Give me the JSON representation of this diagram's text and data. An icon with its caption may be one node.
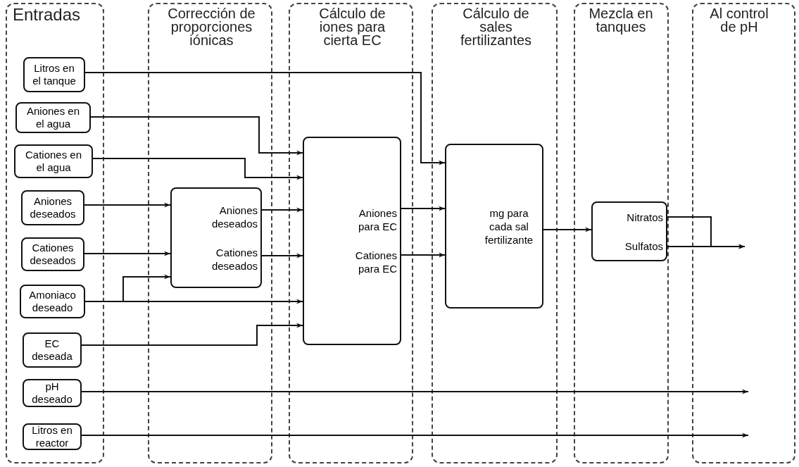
{
  "diagram": {
    "nodes": [
      {
        "text": [
          "Entradas"
        ]
      },
      {
        "text": [
          "Litros en el tanque"
        ],
        "in": 0
      },
      {
        "text": [
          "Aniones en el agua"
        ],
        "in": 0
      },
      {
        "text": [
          "Cationes en el agua"
        ],
        "in": 0
      },
      {
        "text": [
          "Aniones deseados"
        ],
        "in": 0
      },
      {
        "text": [
          "Cationes deseados"
        ],
        "in": 0
      },
      {
        "text": [
          "Amoniaco deseado"
        ],
        "in": 0
      },
      {
        "text": [
          "EC deseada"
        ],
        "in": 0
      },
      {
        "text": [
          "pH deseado"
        ],
        "in": 0
      },
      {
        "text": [
          "Litros en reactor"
        ],
        "in": 0
      },
      {
        "text": [
          "Corrección de proporciones iónicas"
        ]
      },
      {
        "text": [
          "Aniones deseados",
          "Cationes deseados"
        ],
        "in": 10
      },
      {
        "text": [
          "Cálculo de iones para cierta EC"
        ]
      },
      {
        "text": [
          "Aniones para EC",
          "Cationes para EC"
        ],
        "in": 12
      },
      {
        "text": [
          "Cálculo de sales fertilizantes"
        ]
      },
      {
        "text": [
          "mg para cada sal fertilizante"
        ],
        "in": 14
      },
      {
        "text": [
          "Mezcla en tanques"
        ]
      },
      {
        "text": [
          "Nitratos",
          "Sulfatos"
        ],
        "in": 16
      },
      {
        "text": [
          "Al control de pH"
        ]
      }
    ],
    "edges": [
      {
        "from": 1,
        "to": 15,
        "arrow": "to"
      },
      {
        "from": 2,
        "to": 13,
        "arrow": "to"
      },
      {
        "from": 3,
        "to": 13,
        "arrow": "to"
      },
      {
        "from": 4,
        "to": 11,
        "arrow": "to"
      },
      {
        "from": 5,
        "to": 11,
        "arrow": "to"
      },
      {
        "from": 6,
        "to": 11,
        "arrow": "to"
      },
      {
        "from": 6,
        "to": 13,
        "arrow": "to"
      },
      {
        "from": 7,
        "to": 13,
        "arrow": "to"
      },
      {
        "from": 11,
        "to": 13,
        "arrow": "to"
      },
      {
        "from": 11,
        "to": 13,
        "arrow": "to"
      },
      {
        "from": 13,
        "to": 15,
        "arrow": "to"
      },
      {
        "from": 13,
        "to": 15,
        "arrow": "to"
      },
      {
        "from": 15,
        "to": 17,
        "arrow": "to"
      },
      {
        "from": 17,
        "to": 18,
        "arrow": "to"
      },
      {
        "from": 17,
        "to": 18,
        "arrow": "to"
      },
      {
        "from": 8,
        "to": 18,
        "arrow": "to"
      },
      {
        "from": 9,
        "to": 18,
        "arrow": "to"
      }
    ]
  }
}
